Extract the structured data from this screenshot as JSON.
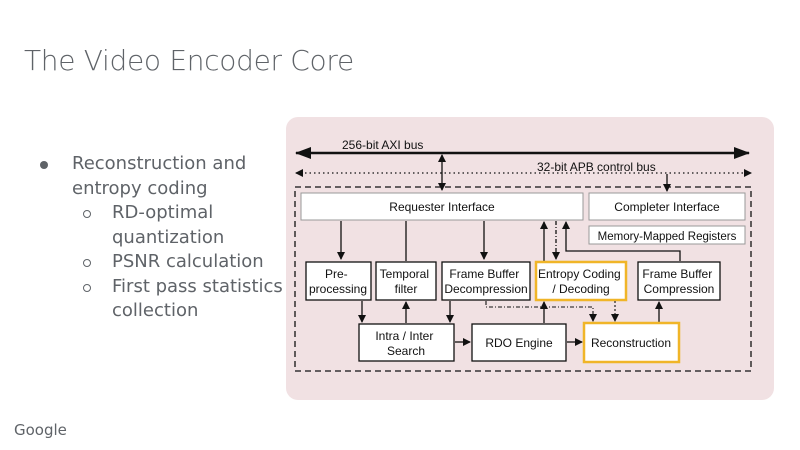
{
  "slide": {
    "title": "The Video Encoder Core",
    "bullets": [
      {
        "text": "Reconstruction and entropy coding",
        "sub": [
          "RD-optimal quantization",
          "PSNR calculation",
          "First pass statistics collection"
        ]
      }
    ],
    "footer_logo": "Google"
  },
  "diagram": {
    "colors": {
      "panel": "#f1e1e3",
      "highlight": "#f0b528",
      "line": "#111111",
      "box": "#ffffff"
    },
    "buses": {
      "axi": "256-bit AXI bus",
      "apb": "32-bit APB control bus"
    },
    "blocks": {
      "requester": "Requester Interface",
      "completer": "Completer Interface",
      "mmr": "Memory-Mapped Registers",
      "preproc": [
        "Pre-",
        "processing"
      ],
      "temporal": [
        "Temporal",
        "filter"
      ],
      "fbdecomp": [
        "Frame Buffer",
        "Decompression"
      ],
      "entropy": [
        "Entropy Coding",
        "/ Decoding"
      ],
      "fbcomp": [
        "Frame Buffer",
        "Compression"
      ],
      "intra": [
        "Intra / Inter",
        "Search"
      ],
      "rdo": "RDO Engine",
      "recon": "Reconstruction"
    },
    "highlighted_blocks": [
      "Entropy Coding / Decoding",
      "Reconstruction"
    ]
  }
}
